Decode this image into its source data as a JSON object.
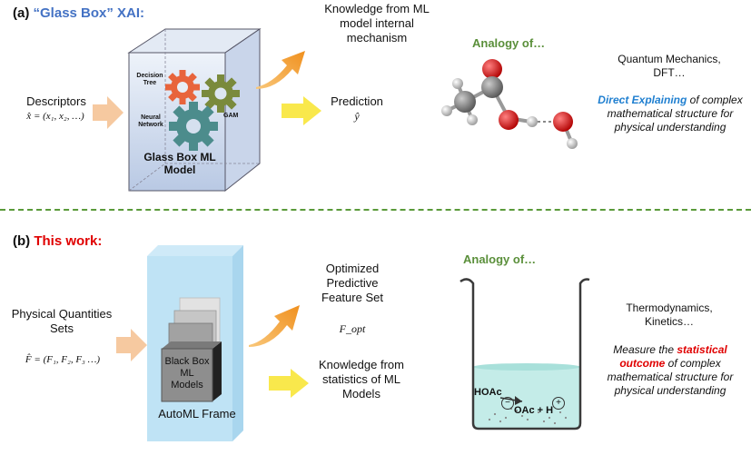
{
  "panel_a": {
    "label": "(a)",
    "title": "“Glass Box” XAI:",
    "descriptors_label": "Descriptors",
    "descriptors_formula": "x̂ = (x₁, x₂, …)",
    "gear_decision_tree": "Decision Tree",
    "gear_gam": "GAM",
    "gear_neural_network": "Neural Network",
    "box_label": "Glass Box ML Model",
    "knowledge_label": "Knowledge from ML model internal mechanism",
    "prediction_label": "Prediction",
    "prediction_symbol": "ŷ",
    "analogy_title": "Analogy of…",
    "analogy_fields": "Quantum Mechanics, DFT…",
    "explain_highlight": "Direct Explaining",
    "explain_rest_1": " of",
    "explain_rest_2": "complex mathematical structure for physical understanding"
  },
  "panel_b": {
    "label": "(b)",
    "title": "This work:",
    "input_label": "Physical Quantities Sets",
    "input_formula": "F̂ = (F₁, F₂, F₃ …)",
    "stack_label": "Black Box ML Models",
    "frame_label": "AutoML Frame",
    "output1_label": "Optimized Predictive Feature Set",
    "output1_symbol": "F_opt",
    "output2_label": "Knowledge from statistics of ML Models",
    "analogy_title": "Analogy of…",
    "analogy_fields": "Thermodynamics, Kinetics…",
    "measure_prefix": "Measure the ",
    "measure_highlight": "statistical outcome",
    "measure_rest": " of complex mathematical structure for physical understanding",
    "beaker_hoac": "HOAc",
    "beaker_products": "OAc + H",
    "minus_sign": "−",
    "plus_sign": "+"
  },
  "colors": {
    "glass_box_title": "#4472C4",
    "this_work_title": "#E00000",
    "analogy_green": "#5A8F3A",
    "direct_explaining_blue": "#1F7FD0",
    "statistical_red": "#E00000",
    "gear_orange": "#E8643C",
    "gear_green": "#7A8A3C",
    "gear_teal": "#4C8C8C",
    "arrow_peach": "#F6C9A0",
    "arrow_yellow": "#F9E84C",
    "arrow_orange": "#F0901E",
    "divider_green": "#5A9A3A"
  }
}
